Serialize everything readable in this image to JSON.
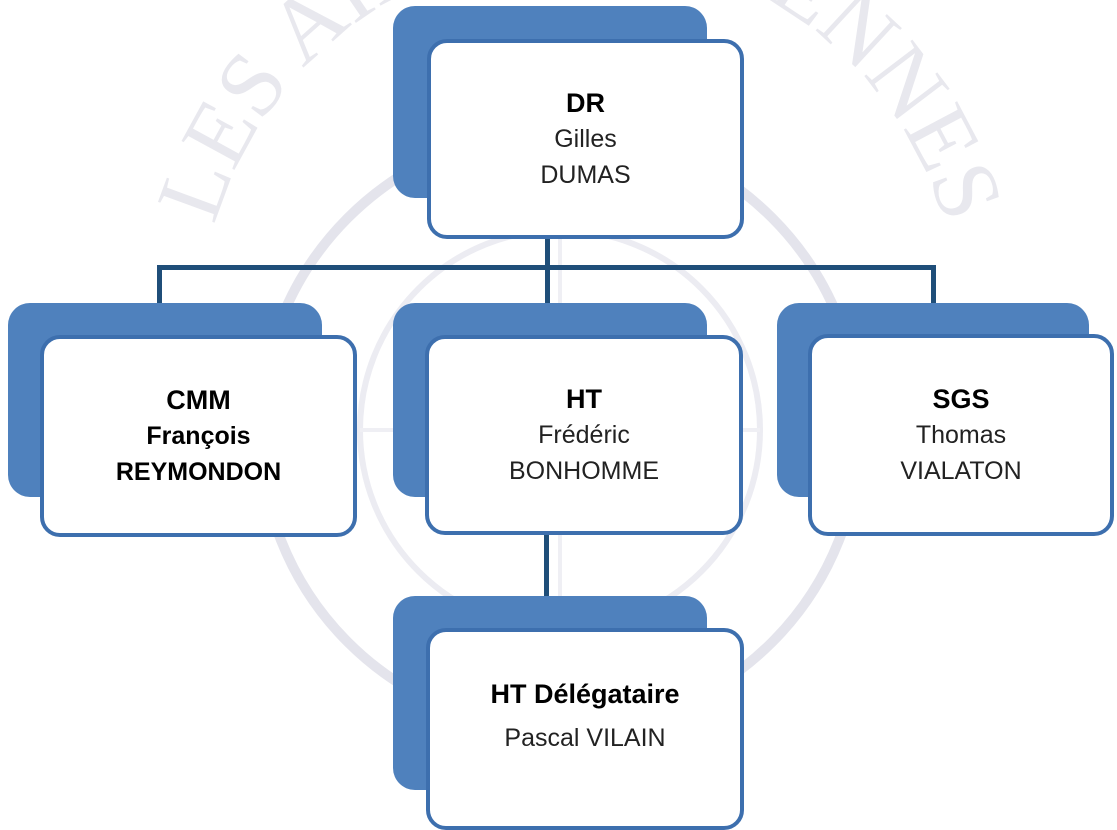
{
  "watermark": {
    "text": "LES AILES ANCIENNES"
  },
  "nodes": [
    {
      "id": "dr",
      "role": "DR",
      "name_lines": [
        "Gilles",
        "DUMAS"
      ],
      "emphasis": false
    },
    {
      "id": "cmm",
      "role": "CMM",
      "name_lines": [
        "François",
        "REYMONDON"
      ],
      "emphasis": true
    },
    {
      "id": "ht",
      "role": "HT",
      "name_lines": [
        "Frédéric",
        "BONHOMME"
      ],
      "emphasis": false
    },
    {
      "id": "sgs",
      "role": "SGS",
      "name_lines": [
        "Thomas",
        "VIALATON"
      ],
      "emphasis": false
    },
    {
      "id": "htd",
      "role": "HT Délégataire",
      "name_lines": [
        "Pascal VILAIN"
      ],
      "emphasis": false
    }
  ],
  "edges": [
    [
      "dr",
      "cmm"
    ],
    [
      "dr",
      "ht"
    ],
    [
      "dr",
      "sgs"
    ],
    [
      "ht",
      "htd"
    ]
  ],
  "colors": {
    "box_fill": "#4f81bd",
    "box_border": "#3d6fae",
    "connector": "#1f4e79"
  }
}
